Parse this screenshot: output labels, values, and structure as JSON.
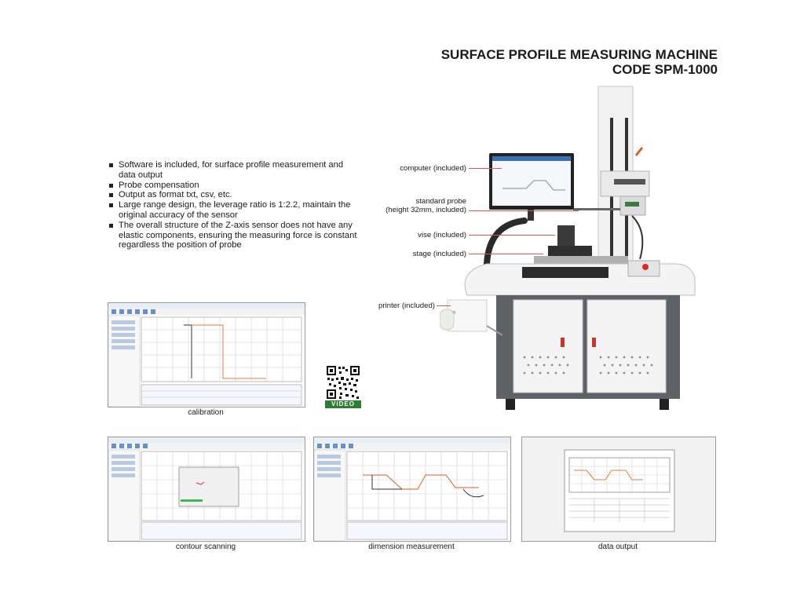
{
  "header": {
    "title": "SURFACE PROFILE MEASURING MACHINE",
    "code": "CODE SPM-1000"
  },
  "features": [
    "Software is included, for surface profile measurement and data output",
    "Probe compensation",
    "Output as format txt, csv, etc.",
    "Large range design, the leverage ratio is 1:2.2, maintain the original accuracy of the sensor",
    "The overall structure of the Z-axis sensor does not have any elastic components, ensuring the measuring force is constant regardless the position of probe"
  ],
  "callouts": {
    "computer": "computer (included)",
    "probe_line1": "standard probe",
    "probe_line2": "(height 32mm, included)",
    "vise": "vise (included)",
    "stage": "stage (included)",
    "printer": "printer (included)"
  },
  "qr": {
    "badge": "VIDEO"
  },
  "screenshots": {
    "calibration": "calibration",
    "contour": "contour scanning",
    "dimension": "dimension measurement",
    "output": "data output"
  },
  "colors": {
    "accent_leader": "#d9534f",
    "profile_orange": "#e07a45",
    "qr_green": "#2e7d32"
  }
}
